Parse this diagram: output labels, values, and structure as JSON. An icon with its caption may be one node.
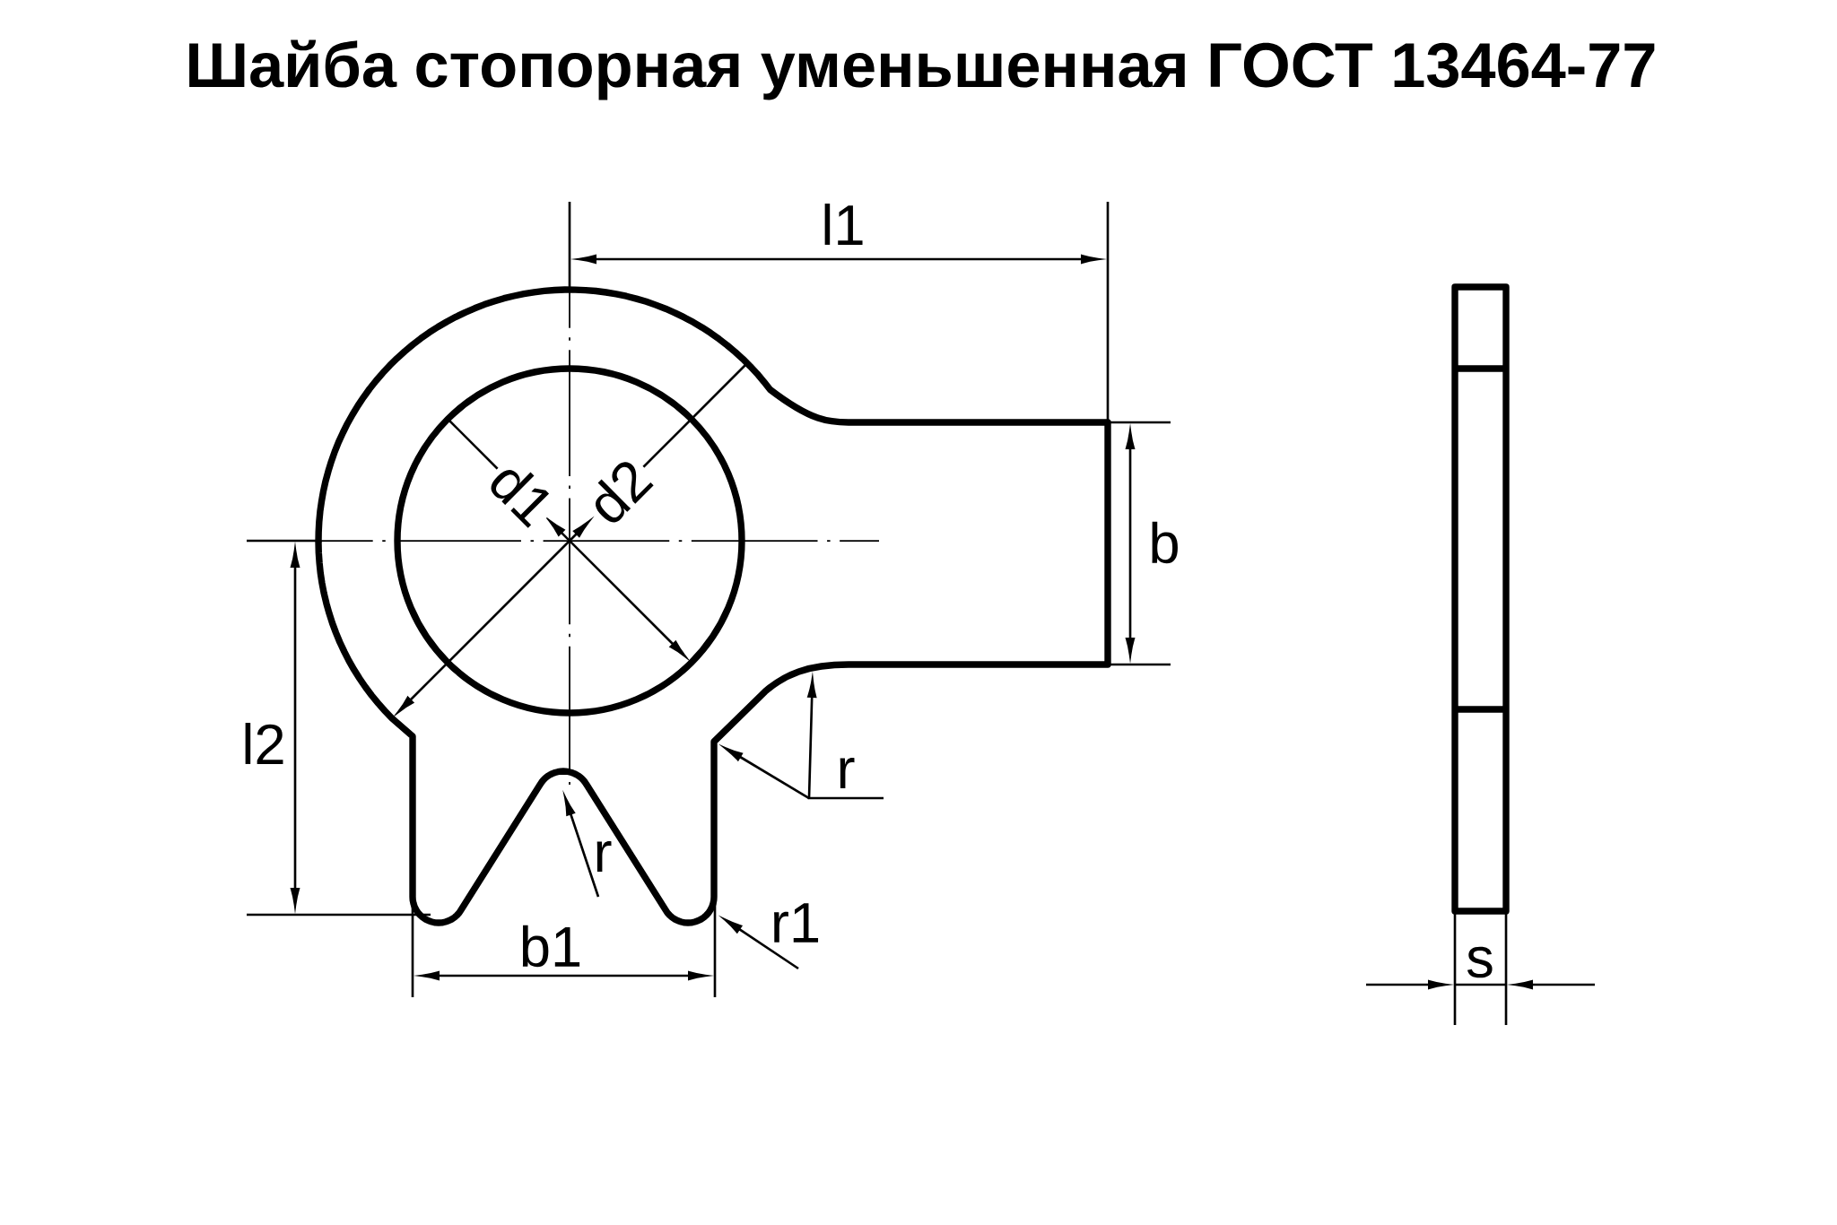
{
  "diagram": {
    "title": "Шайба стопорная уменьшенная ГОСТ 13464-77",
    "labels": [
      "l1",
      "d1",
      "d2",
      "b",
      "l2",
      "r",
      "r",
      "r1",
      "b1",
      "s"
    ]
  }
}
